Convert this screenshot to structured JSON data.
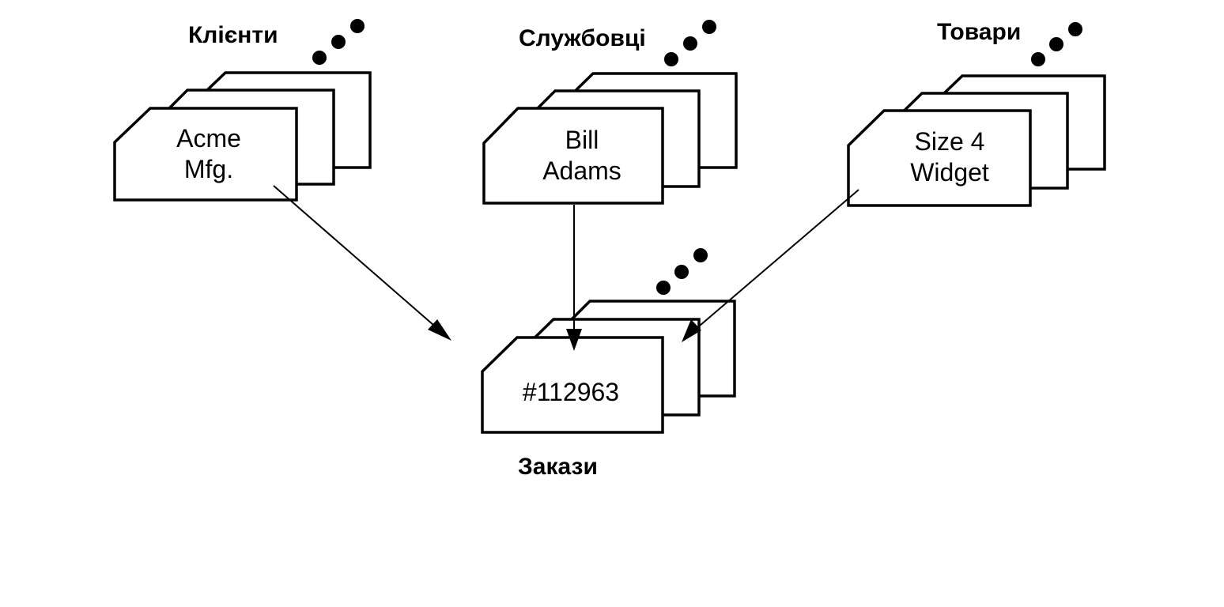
{
  "groups": {
    "clients": {
      "label": "Клієнти",
      "card_lines": [
        "Acme",
        "Mfg."
      ]
    },
    "employees": {
      "label": "Службовці",
      "card_lines": [
        "Bill",
        "Adams"
      ]
    },
    "products": {
      "label": "Товари",
      "card_lines": [
        "Size 4",
        "Widget"
      ]
    },
    "orders": {
      "label": "Закази",
      "card_lines": [
        "#112963"
      ]
    }
  },
  "relations": [
    {
      "from": "clients",
      "to": "orders"
    },
    {
      "from": "employees",
      "to": "orders"
    },
    {
      "from": "products",
      "to": "orders"
    }
  ]
}
